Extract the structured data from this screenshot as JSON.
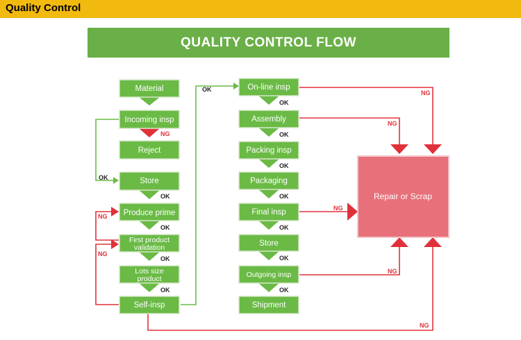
{
  "header": {
    "title": "Quality Control"
  },
  "banner": {
    "title": "QUALITY CONTROL FLOW"
  },
  "nodes": {
    "material": "Material",
    "incoming": "Incoming insp",
    "reject": "Reject",
    "store1": "Store",
    "produce": "Produce prime",
    "first1": "First product",
    "first2": "validation",
    "lots1": "Lots size",
    "lots2": "product",
    "selfinsp": "Self-insp",
    "online": "On-line insp",
    "assembly": "Assembly",
    "packinsp": "Packing insp",
    "packaging": "Packaging",
    "finalinsp": "Final insp",
    "store2": "Store",
    "outgoing": "Outgoing insp",
    "shipment": "Shipment",
    "repair": "Repair or Scrap"
  },
  "labels": {
    "ok": "OK",
    "ng": "NG"
  },
  "colors": {
    "header": "#f2b90f",
    "node": "#6aba45",
    "banner": "#6aaf47",
    "repair": "#e7707a",
    "ng_line": "#e0313a"
  }
}
